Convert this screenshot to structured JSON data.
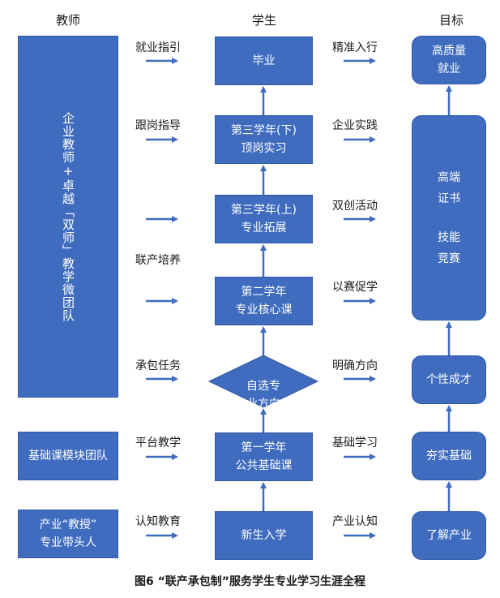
{
  "headers": {
    "teacher": "教师",
    "student": "学生",
    "goal": "目标"
  },
  "teacher": {
    "big": "企业教师+卓越「双师」教学微团队",
    "base_team": "基础课模块团队",
    "leader_line1": "产业“教授”",
    "leader_line2": "专业带头人"
  },
  "student": {
    "graduate": "毕业",
    "y3b_line1": "第三学年(下)",
    "y3b_line2": "顶岗实习",
    "y3a_line1": "第三学年(上)",
    "y3a_line2": "专业拓展",
    "y2_line1": "第二学年",
    "y2_line2": "专业核心课",
    "elective_line1": "自选专",
    "elective_line2": "业方向",
    "y1_line1": "第一学年",
    "y1_line2": "公共基础课",
    "freshman": "新生入学"
  },
  "goal": {
    "quality_line1": "高质量",
    "quality_line2": "就业",
    "cert_line1": "高端",
    "cert_line2": "证书",
    "cert_line3": "技能",
    "cert_line4": "竞赛",
    "personality": "个性成才",
    "foundation": "夯实基础",
    "industry": "了解产业"
  },
  "left_labels": [
    "就业指引",
    "跟岗指导",
    "联产培养",
    "承包任务",
    "平台教学",
    "认知教育"
  ],
  "right_labels": [
    "精准入行",
    "企业实践",
    "双创活动",
    "以赛促学",
    "明确方向",
    "基础学习",
    "产业认知"
  ],
  "caption": "图6 “联产承包制”服务学生专业学习生涯全程",
  "colors": {
    "box": "#3f6cbf",
    "arrow": "#3f6cbf"
  }
}
